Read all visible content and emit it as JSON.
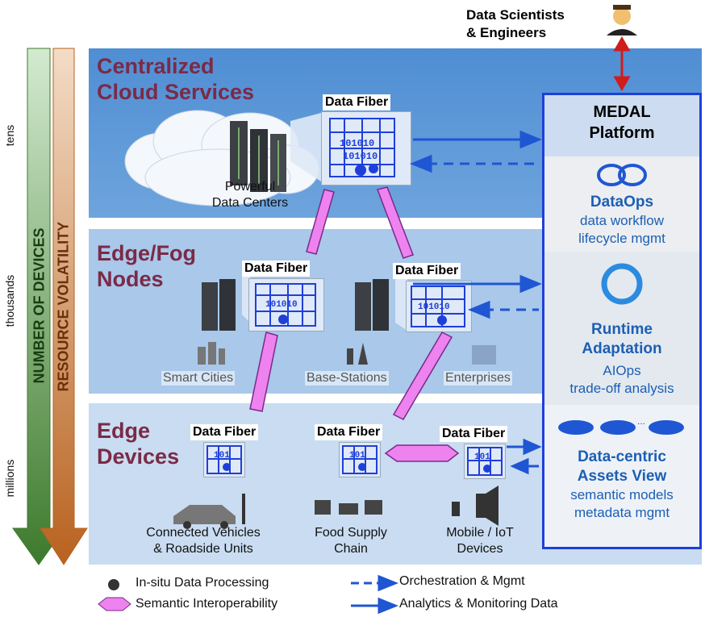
{
  "top_user": {
    "label": "Data Scientists\n& Engineers"
  },
  "axes": {
    "devices_label": "NUMBER OF DEVICES",
    "volatility_label": "RESOURCE VOLATILITY",
    "scale_top": "tens",
    "scale_mid": "thousands",
    "scale_bottom": "millions"
  },
  "layers": {
    "cloud": {
      "title": "Centralized\nCloud Services",
      "datacenter_label": "Powerful\nData Centers"
    },
    "edge": {
      "title": "Edge/Fog\nNodes",
      "smart_cities": "Smart Cities",
      "base_stations": "Base-Stations",
      "enterprises": "Enterprises"
    },
    "devices": {
      "title": "Edge\nDevices",
      "vehicles": "Connected Vehicles\n& Roadside Units",
      "food": "Food Supply\nChain",
      "mobile": "Mobile / IoT\nDevices"
    }
  },
  "data_fiber": {
    "label": "Data Fiber",
    "bits_long": "101010",
    "bits_short": "101"
  },
  "medal": {
    "title": "MEDAL\nPlatform",
    "dataops": {
      "title": "DataOps",
      "line1": "data workflow",
      "line2": "lifecycle mgmt"
    },
    "runtime": {
      "title": "Runtime\nAdaptation",
      "line1": "AIOps",
      "line2": "trade-off analysis"
    },
    "assets": {
      "title": "Data-centric\nAssets View",
      "line1": "semantic models",
      "line2": "metadata mgmt"
    },
    "ellipsis": "..."
  },
  "legend": {
    "processing": "In-situ Data Processing",
    "interop": "Semantic Interoperability",
    "orchestration": "Orchestration & Mgmt",
    "analytics": "Analytics & Monitoring Data"
  },
  "colors": {
    "accent": "#1c5fb4",
    "title": "#7b2a47",
    "interop_fill": "#ee82ee",
    "devices_arrow": "#3d7a2c",
    "volatility_arrow": "#c0692a",
    "user_arrow": "#d01c1c"
  }
}
